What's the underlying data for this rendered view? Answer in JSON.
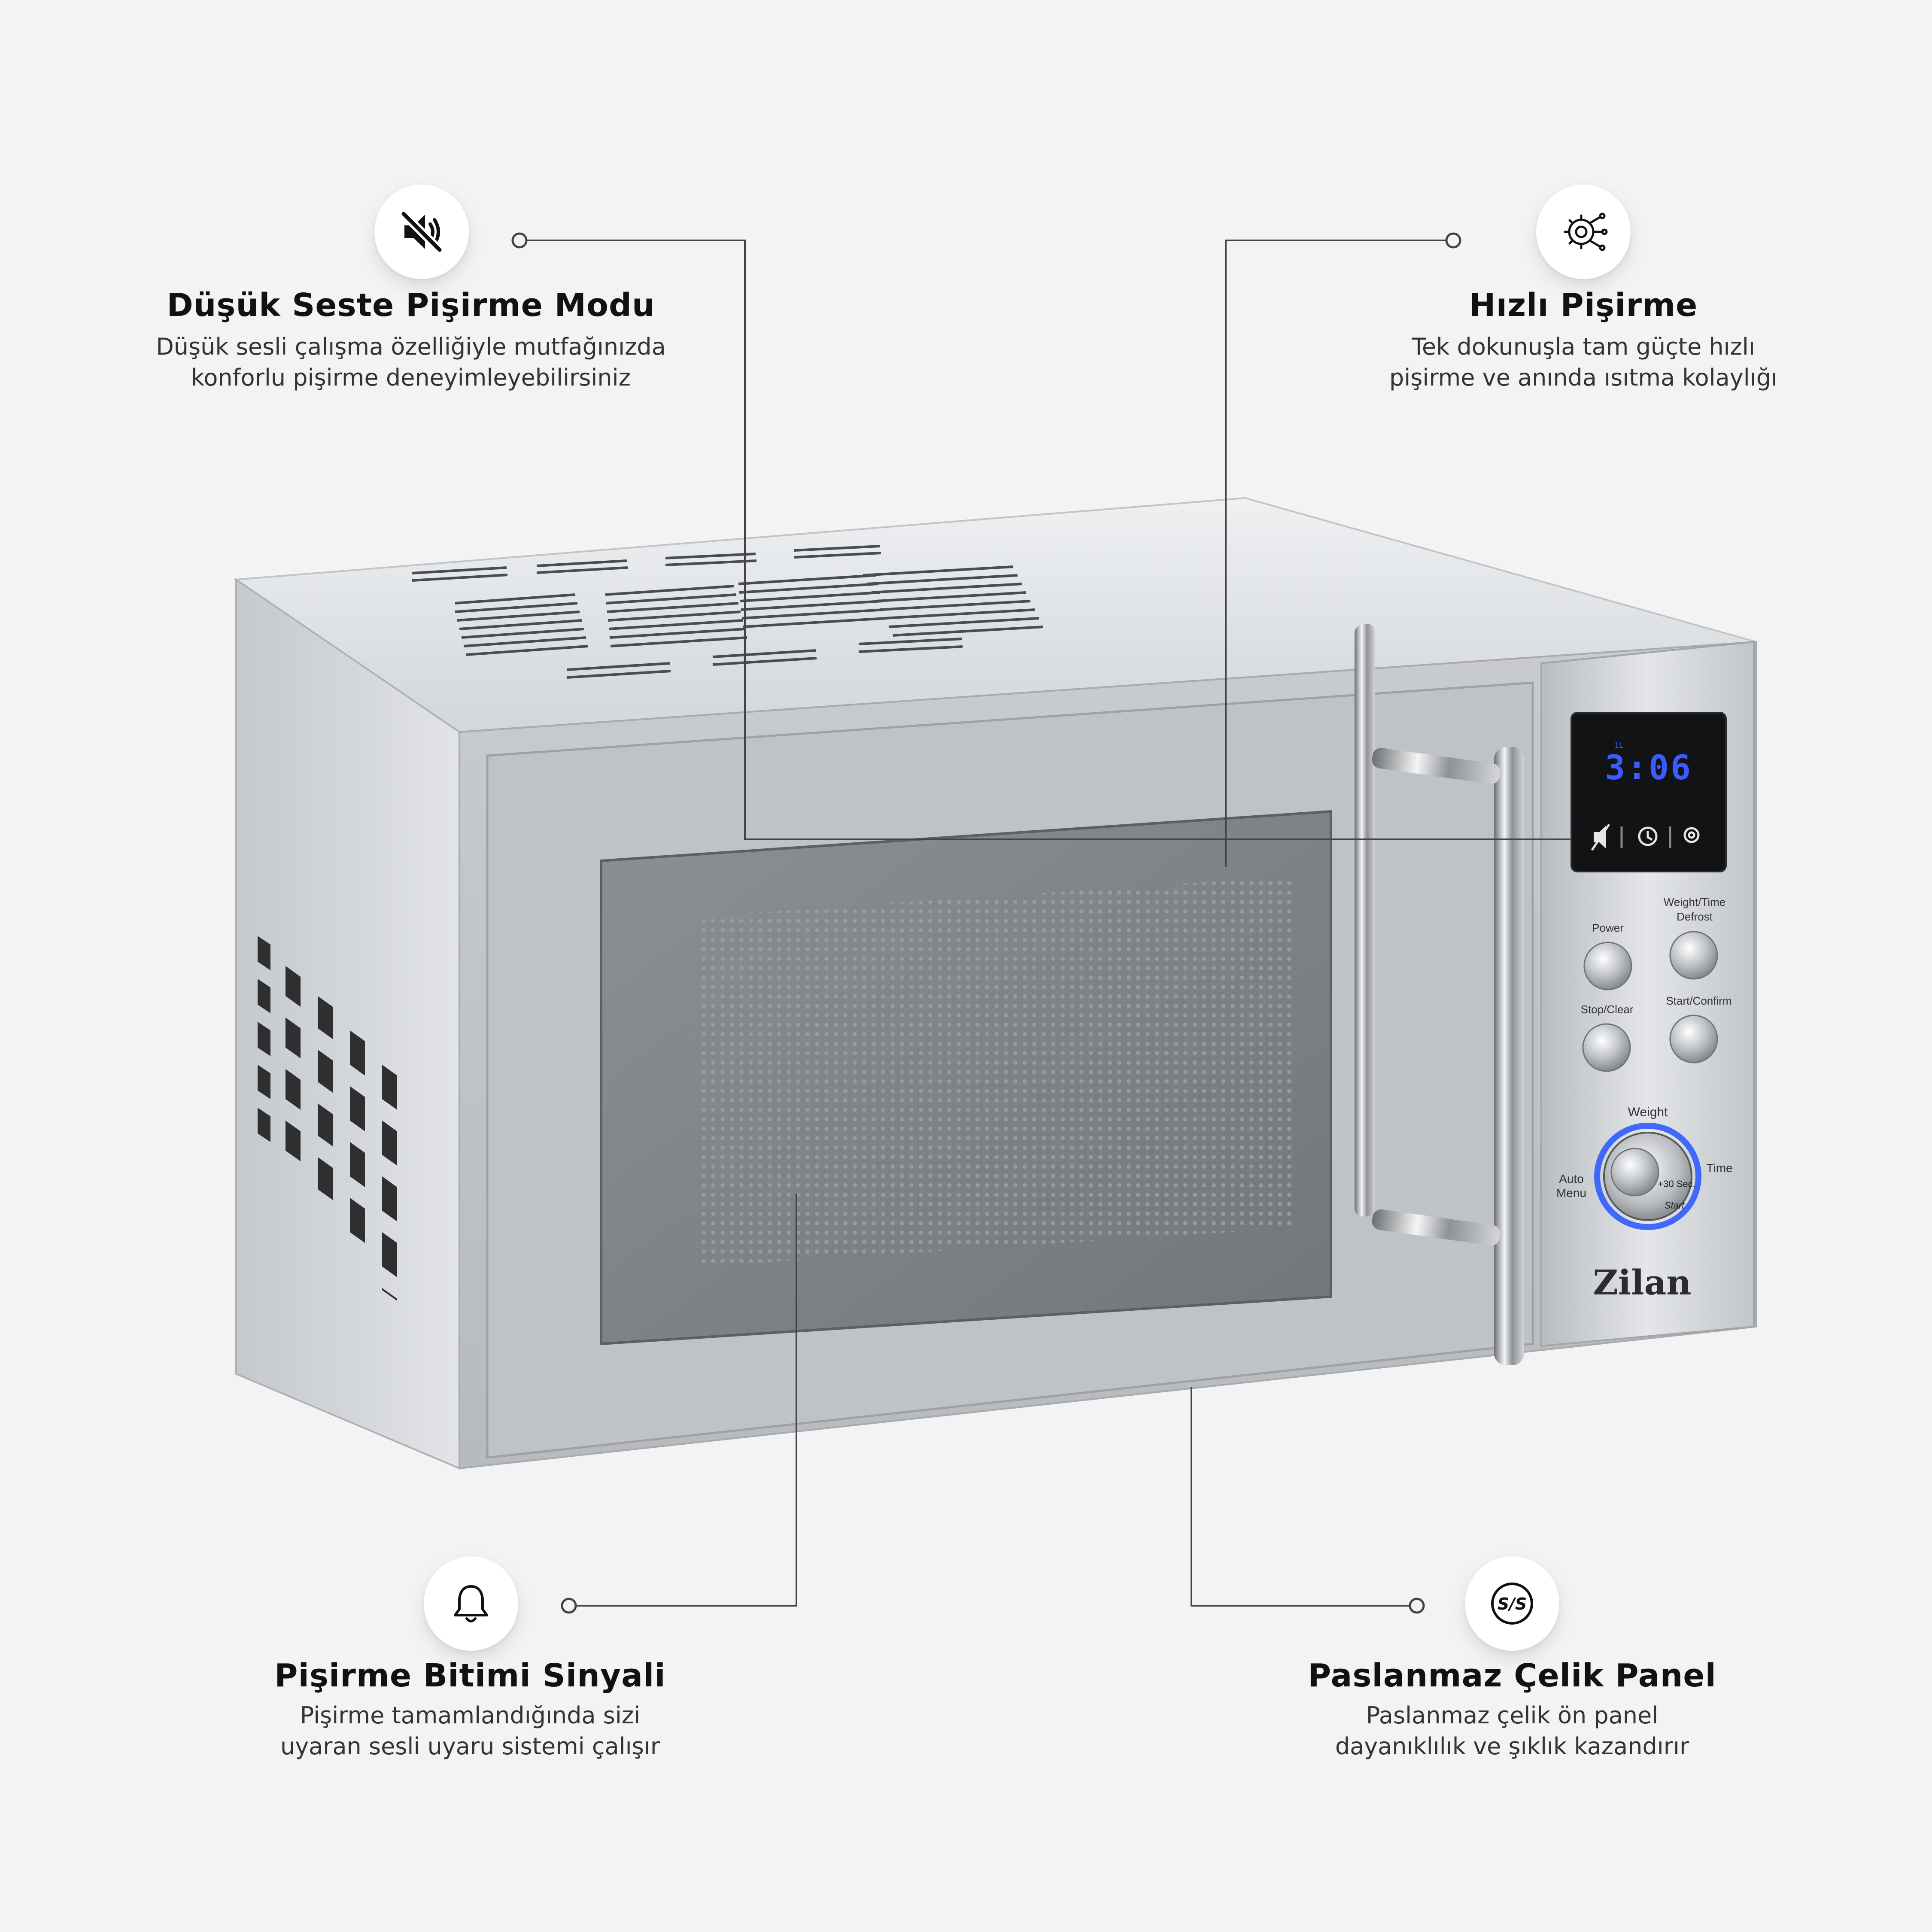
{
  "features": {
    "quiet": {
      "icon": "muted-speaker-icon",
      "title": "Düşük Seste Pişirme Modu",
      "desc_line1": "Düşük sesli çalışma özelliğiyle mutfağınızda",
      "desc_line2": "konforlu pişirme deneyimleyebilirsiniz"
    },
    "quick": {
      "icon": "quick-cook-gear-icon",
      "title": "Hızlı Pişirme",
      "desc_line1": "Tek dokunuşla tam güçte hızlı",
      "desc_line2": "pişirme ve anında ısıtma kolaylığı"
    },
    "signal": {
      "icon": "bell-icon",
      "title": "Pişirme Bitimi Sinyali",
      "desc_line1": "Pişirme tamamlandığında sizi",
      "desc_line2": "uyaran sesli uyaru sistemi çalışır"
    },
    "steel": {
      "icon": "stainless-steel-icon",
      "icon_text": "S/S",
      "title": "Paslanmaz Çelik Panel",
      "desc_line1": "Paslanmaz çelik ön panel",
      "desc_line2": "dayanıklılık ve şıklık kazandırır"
    }
  },
  "microwave": {
    "display_time": "3:06",
    "display_small": "1L",
    "buttons": {
      "power": "Power",
      "weight_time_1": "Weight/Time",
      "weight_time_2": "Defrost",
      "stop_clear": "Stop/Clear",
      "start_confirm": "Start/Confirm"
    },
    "dial": {
      "top": "Weight",
      "left_1": "Auto",
      "left_2": "Menu",
      "right": "Time",
      "center_1": "+30 Sec.",
      "center_2": "Start"
    },
    "brand": "Zilan"
  },
  "colors": {
    "background": "#f3f3f3",
    "steel": "#c9ccd0",
    "glass": "#7f8387",
    "display_digits": "#3b5bff",
    "dial_ring": "#2f5cff"
  }
}
